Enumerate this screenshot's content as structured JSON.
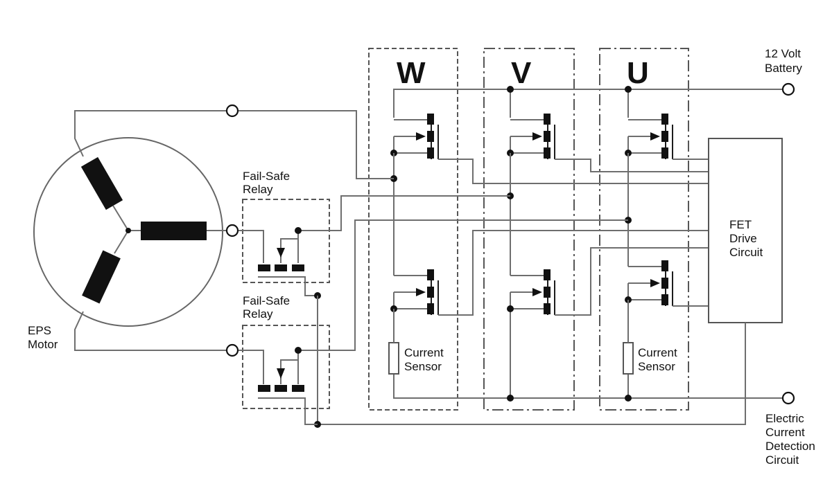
{
  "labels": {
    "phase_w": "W",
    "phase_v": "V",
    "phase_u": "U",
    "battery": [
      "12 Volt",
      "Battery"
    ],
    "motor": [
      "EPS",
      "Motor"
    ],
    "relay_top": [
      "Fail-Safe",
      "Relay"
    ],
    "relay_bottom": [
      "Fail-Safe",
      "Relay"
    ],
    "fet_drive": [
      "FET",
      "Drive",
      "Circuit"
    ],
    "sensor_w": [
      "Current",
      "Sensor"
    ],
    "sensor_u": [
      "Current",
      "Sensor"
    ],
    "detection": [
      "Electric",
      "Current",
      "Detection",
      "Circuit"
    ]
  },
  "colors": {
    "wire": "#6e6e6e",
    "ink": "#111111"
  }
}
